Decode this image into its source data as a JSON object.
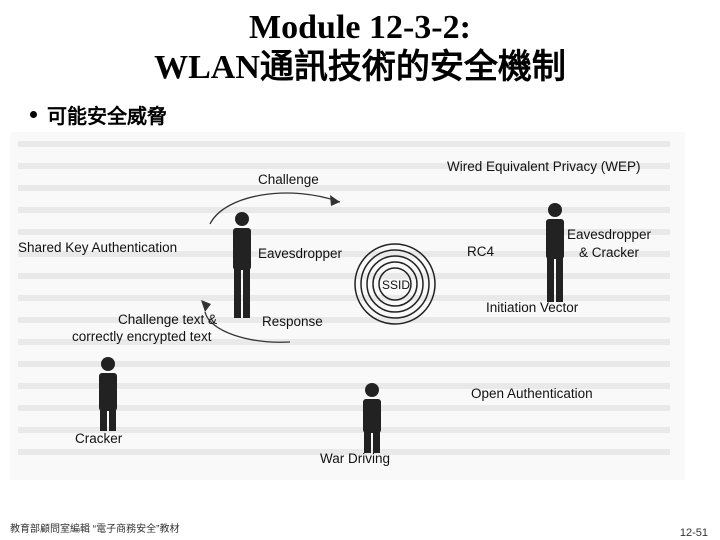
{
  "slide": {
    "title_line1": "Module 12-3-2:",
    "title_line2": "WLAN通訊技術的安全機制",
    "bullet": "可能安全威脅",
    "footer_left": "教育部顧問室編輯 “電子商務安全”教材",
    "page_number": "12-51"
  },
  "figure": {
    "labels": {
      "wep": "Wired Equivalent Privacy (WEP)",
      "challenge": "Challenge",
      "shared_key": "Shared Key Authentication",
      "eavesdropper": "Eavesdropper",
      "rc4": "RC4",
      "eavesdropper_cracker_line1": "Eavesdropper",
      "eavesdropper_cracker_line2": "& Cracker",
      "ssid": "SSID",
      "challenge_text_line1": "Challenge text &",
      "challenge_text_line2": "correctly encrypted text",
      "response": "Response",
      "initiation_vector": "Initiation Vector",
      "open_auth": "Open Authentication",
      "cracker": "Cracker",
      "war_driving": "War Driving"
    },
    "icons": [
      "person-figure-icon",
      "signal-rings-icon"
    ]
  }
}
